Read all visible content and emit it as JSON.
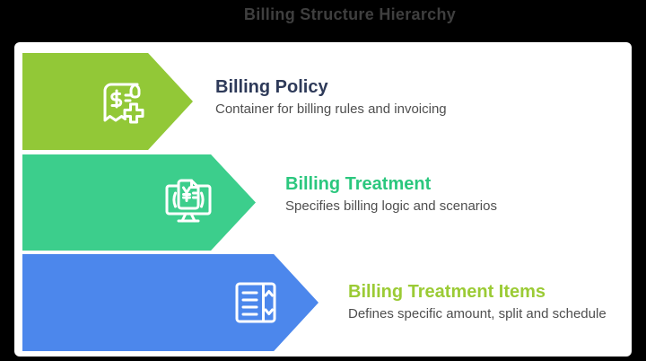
{
  "page": {
    "title": "Billing Structure Hierarchy"
  },
  "colors": {
    "background": "#000000",
    "canvas": "#FFFFFF",
    "page_title": "#3F3F3F",
    "subtitle_text": "#4F4F4F",
    "icon_stroke": "#FFFFFF"
  },
  "rows": [
    {
      "title": "Billing Policy",
      "subtitle": "Container for billing rules and invoicing",
      "arrow_color": "#92C837",
      "title_color": "#2E3A59",
      "icon": "medical-receipt-icon"
    },
    {
      "title": "Billing Treatment",
      "subtitle": "Specifies billing logic and scenarios",
      "arrow_color": "#3CCE8C",
      "title_color": "#2BC77E",
      "icon": "monitor-invoice-icon"
    },
    {
      "title": "Billing Treatment Items",
      "subtitle": "Defines specific amount, split and schedule",
      "arrow_color": "#4C87EC",
      "title_color": "#9BCB35",
      "icon": "list-scrollbar-icon"
    }
  ]
}
